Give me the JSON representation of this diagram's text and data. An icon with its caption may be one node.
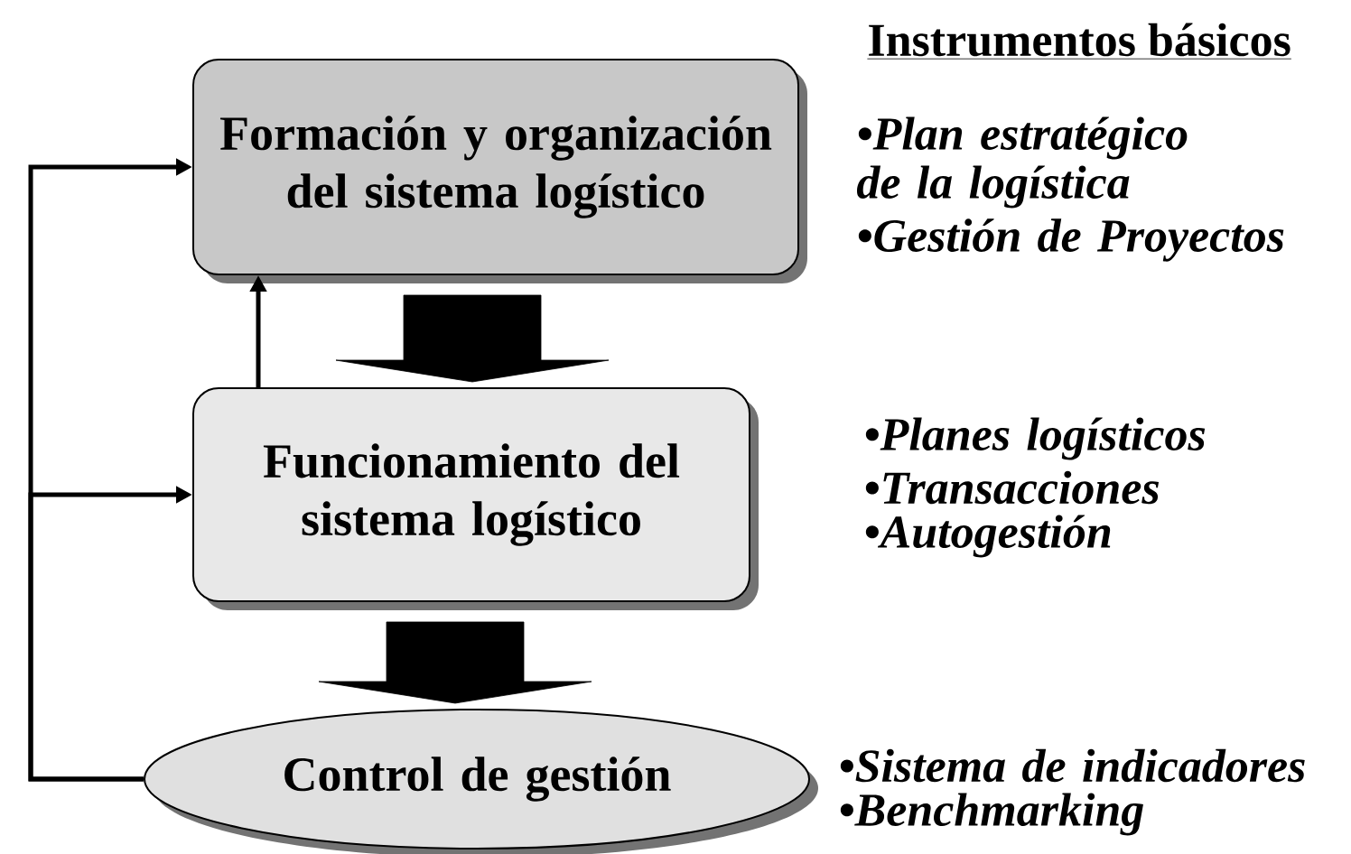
{
  "diagram": {
    "nodes": [
      {
        "text": [
          "Formación y organización del sistema logístico"
        ]
      },
      {
        "text": [
          "Funcionamiento del sistema logístico"
        ]
      },
      {
        "text": [
          "Control de gestión"
        ]
      }
    ],
    "edges": [
      {
        "from": 0,
        "to": 1,
        "arrow": "to",
        "style": "thick"
      },
      {
        "from": 1,
        "to": 2,
        "arrow": "to",
        "style": "thick"
      },
      {
        "from": 1,
        "to": 0,
        "arrow": "to"
      },
      {
        "from": 2,
        "to": 0,
        "arrow": "to"
      },
      {
        "from": 2,
        "to": 1,
        "arrow": "to"
      }
    ],
    "labels": [
      "Instrumentos básicos",
      "•Plan estratégico de la logística",
      "•Gestión de Proyectos",
      "•Planes logísticos",
      "•Transacciones",
      "•Autogestión",
      "•Sistema de indicadores",
      "•Benchmarking"
    ]
  }
}
